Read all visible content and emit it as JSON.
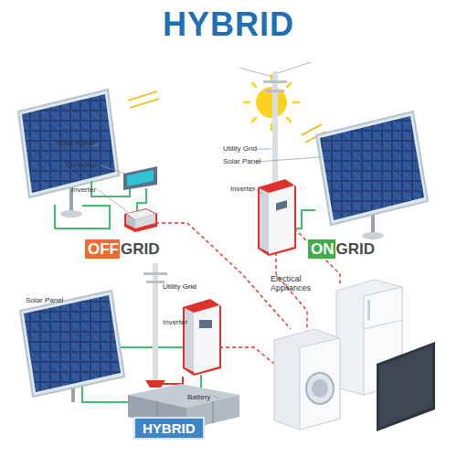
{
  "diagram": {
    "title": "HYBRID",
    "nodes": [
      {
        "text": [
          "OFF",
          "GRID"
        ]
      },
      {
        "text": [
          "ON",
          "GRID"
        ]
      },
      {
        "text": [
          "HYBRID"
        ]
      }
    ],
    "labels": [
      "Solar Panel",
      "Controller",
      "Inverter",
      "Utility Grid",
      "Solar Panel",
      "Inverter",
      "Electical Appliances",
      "Solar Panel",
      "Utility Grid",
      "Inverter",
      "Battery"
    ]
  }
}
